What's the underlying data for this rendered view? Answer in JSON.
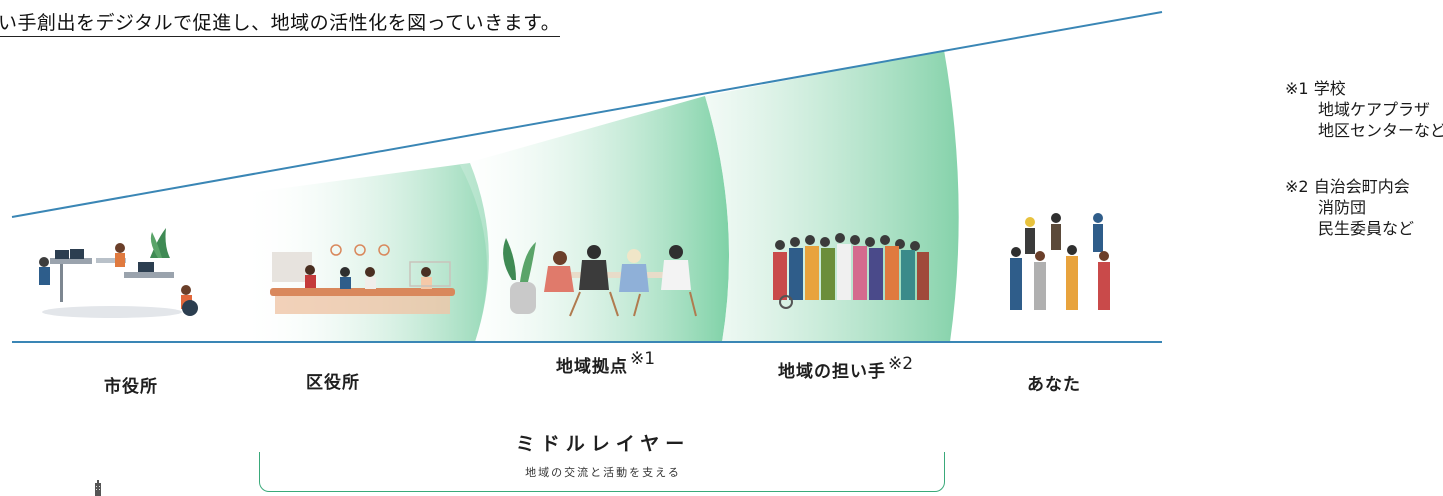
{
  "header": {
    "text": "い手創出をデジタルで促進し、地域の活性化を図っていきます。"
  },
  "stages": [
    {
      "label": "市役所",
      "note_mark": ""
    },
    {
      "label": "区役所",
      "note_mark": ""
    },
    {
      "label": "地域拠点",
      "note_mark": "※1"
    },
    {
      "label": "地域の担い手",
      "note_mark": "※2"
    },
    {
      "label": "あなた",
      "note_mark": ""
    }
  ],
  "notes": [
    {
      "mark": "※1",
      "lines": [
        "学校",
        "地域ケアプラザ",
        "地区センターなど"
      ]
    },
    {
      "mark": "※2",
      "lines": [
        "自治会町内会",
        "消防団",
        "民生委員など"
      ]
    }
  ],
  "middle_layer": {
    "title": "ミドルレイヤー",
    "subtitle": "地域の交流と活動を支える"
  },
  "colors": {
    "line": "#3a86b5",
    "green": "#7fd0a6",
    "bracket": "#3aa97a"
  }
}
